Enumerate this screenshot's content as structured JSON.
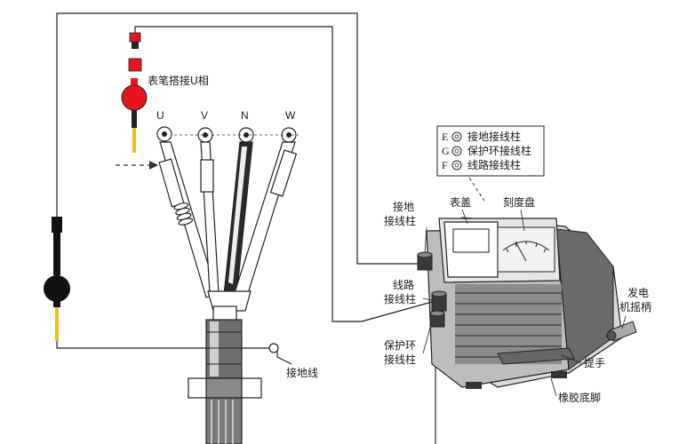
{
  "probe": {
    "label": "表笔搭接U相"
  },
  "phases": [
    "U",
    "V",
    "N",
    "W"
  ],
  "legend": [
    {
      "letter": "E",
      "text": "接地接线柱"
    },
    {
      "letter": "G",
      "text": "保护环接线柱"
    },
    {
      "letter": "F",
      "text": "线路接线柱"
    }
  ],
  "labels": {
    "ground_terminal": [
      "接地",
      "接线柱"
    ],
    "cover": "表盖",
    "dial": "刻度盘",
    "line_terminal": [
      "线路",
      "接线柱"
    ],
    "guard_terminal": [
      "保护环",
      "接线柱"
    ],
    "ground_wire": "接地线",
    "generator_crank": [
      "发电",
      "机摇柄"
    ],
    "handle": "提手",
    "rubber_feet": "橡胶底脚"
  },
  "colors": {
    "probe_red": "#e8141b",
    "probe_tip": "#f0c020",
    "ink": "#222222"
  }
}
